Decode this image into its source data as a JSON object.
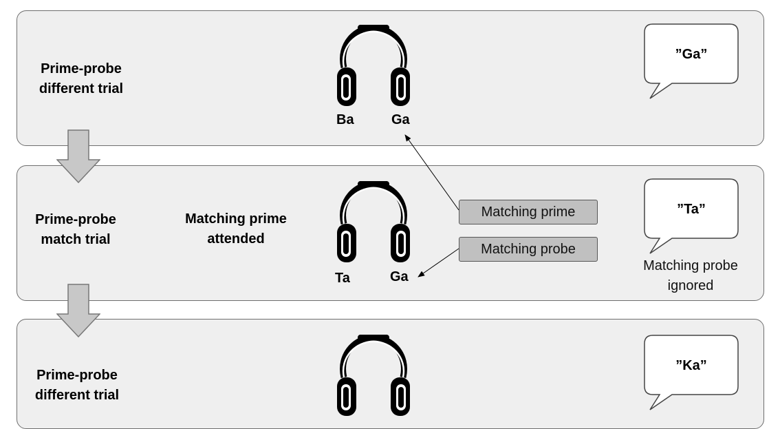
{
  "panels": [
    {
      "label": "Prime-probe\ndifferent trial",
      "left_ear": "Ba",
      "right_ear": "Ga",
      "response": "”Ga”"
    },
    {
      "label": "Prime-probe\nmatch trial",
      "middle_label": "Matching prime\nattended",
      "left_ear": "Ta",
      "right_ear": "Ga",
      "response": "”Ta”",
      "note": "Matching probe\nignored",
      "tag_prime": "Matching prime",
      "tag_probe": "Matching probe"
    },
    {
      "label": "Prime-probe\ndifferent trial",
      "response": "”Ka”"
    }
  ],
  "icons": {
    "headphones": "headphones-icon",
    "speech": "speech-bubble-icon",
    "arrow": "down-arrow-icon"
  },
  "colors": {
    "panel_fill": "#efefef",
    "tag_fill": "#c0c0c0",
    "arrow_fill": "#c8c8c8"
  }
}
